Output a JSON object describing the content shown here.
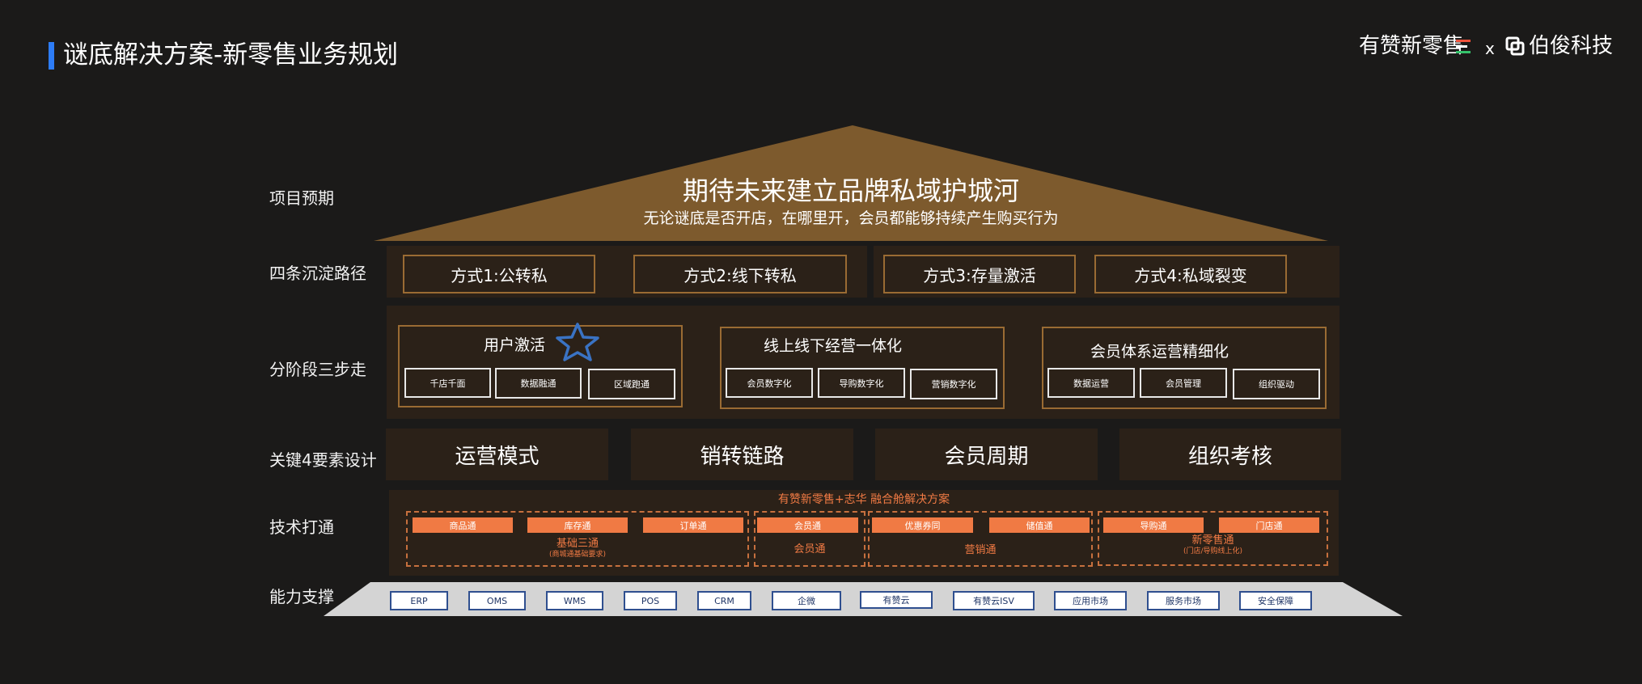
{
  "header": {
    "title": "谜底解决方案-新零售业务规划",
    "logo_left": "有赞新零售",
    "logo_sep": "x",
    "logo_right": "伯俊科技",
    "accent": "#2d7cf6"
  },
  "rows": {
    "expectation": "项目预期",
    "paths": "四条沉淀路径",
    "stages": "分阶段三步走",
    "elements": "关键4要素设计",
    "tech": "技术打通",
    "capability": "能力支撑"
  },
  "roof": {
    "title": "期待未来建立品牌私域护城河",
    "subtitle": "无论谜底是否开店，在哪里开，会员都能够持续产生购买行为",
    "color": "#7d5a2d"
  },
  "paths": [
    "方式1:公转私",
    "方式2:线下转私",
    "方式3:存量激活",
    "方式4:私域裂变"
  ],
  "stages": [
    {
      "title": "用户激活",
      "items": [
        "千店千面",
        "数据融通",
        "区域跑通"
      ]
    },
    {
      "title": "线上线下经营一体化",
      "items": [
        "会员数字化",
        "导购数字化",
        "营销数字化"
      ]
    },
    {
      "title": "会员体系运营精细化",
      "items": [
        "数据运营",
        "会员管理",
        "组织驱动"
      ]
    }
  ],
  "elements": [
    "运营模式",
    "销转链路",
    "会员周期",
    "组织考核"
  ],
  "tech": {
    "title": "有赞新零售+志华 融合舱解决方案",
    "groups": [
      {
        "chips": [
          "商品通",
          "库存通",
          "订单通"
        ],
        "label": "基础三通",
        "sub": "(商城通基础要求)"
      },
      {
        "chips": [
          "会员通"
        ],
        "label": "会员通",
        "sub": ""
      },
      {
        "chips": [
          "优惠券同",
          "储值通"
        ],
        "label": "营销通",
        "sub": ""
      },
      {
        "chips": [
          "导购通",
          "门店通"
        ],
        "label": "新零售通",
        "sub": "(门店/导购线上化)"
      }
    ]
  },
  "capabilities": [
    "ERP",
    "OMS",
    "WMS",
    "POS",
    "CRM",
    "企微",
    "有赞云",
    "有赞云ISV",
    "应用市场",
    "服务市场",
    "安全保障"
  ]
}
